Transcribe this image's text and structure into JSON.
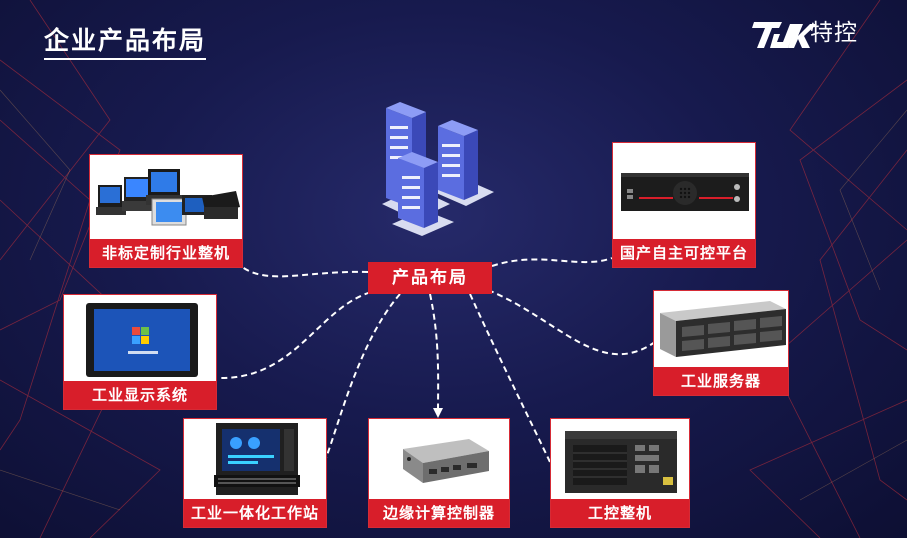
{
  "title": "企业产品布局",
  "logo": {
    "text": "特控"
  },
  "center": {
    "label": "产品布局"
  },
  "products": [
    {
      "id": "custom",
      "label": "非标定制行业整机"
    },
    {
      "id": "display",
      "label": "工业显示系统"
    },
    {
      "id": "workstation",
      "label": "工业一体化工作站"
    },
    {
      "id": "edge",
      "label": "边缘计算控制器"
    },
    {
      "id": "ipc",
      "label": "工控整机"
    },
    {
      "id": "server",
      "label": "工业服务器"
    },
    {
      "id": "domestic",
      "label": "国产自主可控平台"
    }
  ],
  "colors": {
    "accent": "#d81e2a",
    "background": "#171a4e"
  }
}
